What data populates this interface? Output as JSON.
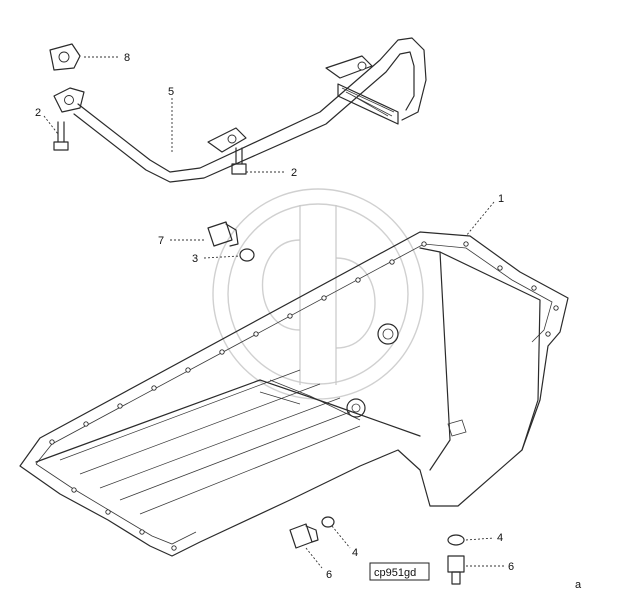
{
  "diagram": {
    "figure_code": "cp951gd",
    "corner_letter": "a",
    "callouts": [
      {
        "id": "c8",
        "label": "8"
      },
      {
        "id": "c5",
        "label": "5"
      },
      {
        "id": "c2a",
        "label": "2"
      },
      {
        "id": "c2b",
        "label": "2"
      },
      {
        "id": "c1",
        "label": "1"
      },
      {
        "id": "c7",
        "label": "7"
      },
      {
        "id": "c3",
        "label": "3"
      },
      {
        "id": "c4a",
        "label": "4"
      },
      {
        "id": "c4b",
        "label": "4"
      },
      {
        "id": "c6a",
        "label": "6"
      },
      {
        "id": "c6b",
        "label": "6"
      }
    ],
    "colors": {
      "line": "#2b2b2b",
      "watermark": "#c8c8c8",
      "background": "#ffffff"
    }
  }
}
